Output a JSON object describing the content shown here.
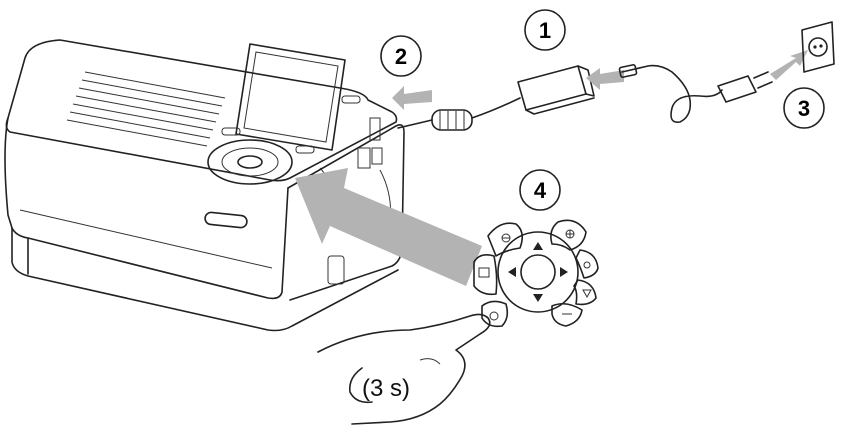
{
  "figure": {
    "steps": [
      {
        "number": "1"
      },
      {
        "number": "2"
      },
      {
        "number": "3"
      },
      {
        "number": "4"
      }
    ],
    "hold_note": "(3 s)",
    "colors": {
      "outline": "#222222",
      "arrow_fill": "#b3b3b3",
      "background": "#ffffff"
    },
    "icons": [
      "printer-icon",
      "power-adapter-icon",
      "ferrite-core-icon",
      "ac-plug-icon",
      "wall-outlet-icon",
      "control-pad-icon",
      "hand-icon"
    ]
  }
}
